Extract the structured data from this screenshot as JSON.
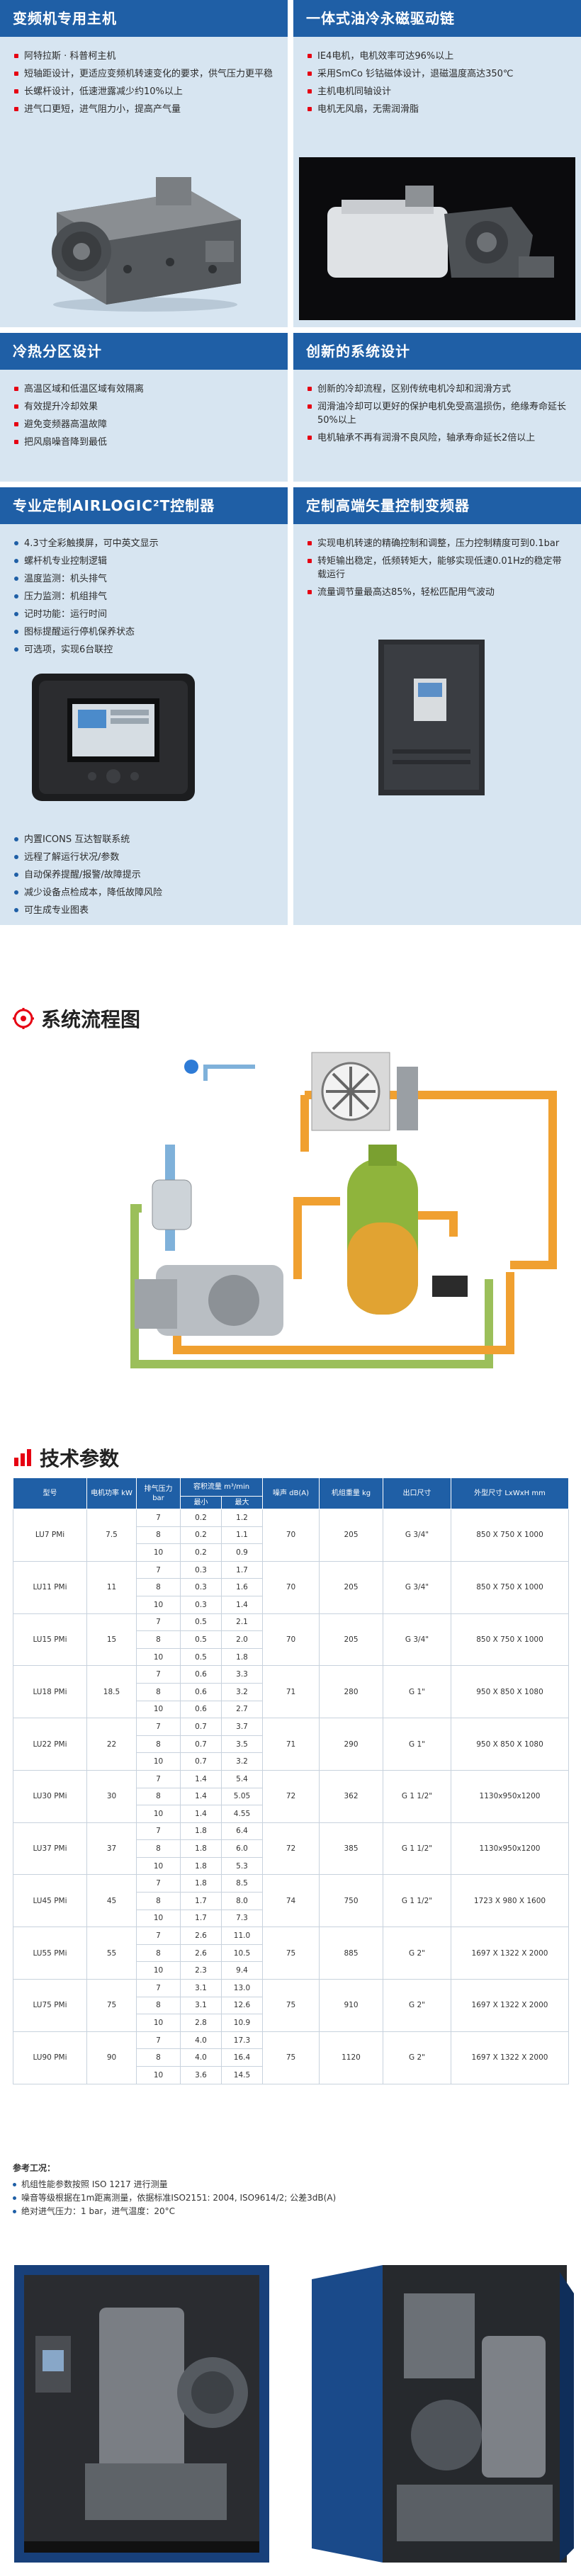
{
  "features": [
    {
      "title": "变频机专用主机",
      "items": [
        "阿特拉斯 · 科普柯主机",
        "短轴距设计，更适应变频机转速变化的要求，供气压力更平稳",
        "长螺杆设计，低速泄露减少约10%以上",
        "进气口更短，进气阻力小，提高产气量"
      ]
    },
    {
      "title": "一体式油冷永磁驱动链",
      "items": [
        "IE4电机，电机效率可达96%以上",
        "采用SmCo 钐钴磁体设计，退磁温度高达350℃",
        "主机电机同轴设计",
        "电机无风扇，无需润滑脂"
      ]
    },
    {
      "title": "冷热分区设计",
      "items": [
        "高温区域和低温区域有效隔离",
        "有效提升冷却效果",
        "避免变频器高温故障",
        "把风扇噪音降到最低"
      ]
    },
    {
      "title": "创新的系统设计",
      "items": [
        "创新的冷却流程，区别传统电机冷却和润滑方式",
        "润滑油冷却可以更好的保护电机免受高温损伤，绝缘寿命延长50%以上",
        "电机轴承不再有润滑不良风险，轴承寿命延长2倍以上"
      ]
    },
    {
      "title": "专业定制AIRLOGIC²T控制器",
      "items": [
        "4.3寸全彩触摸屏，可中英文显示",
        "螺杆机专业控制逻辑",
        "温度监测：机头排气",
        "压力监测：机组排气",
        "记时功能：运行时间",
        "图标提醒运行停机保养状态",
        "可选项，实现6台联控"
      ],
      "items2": [
        "内置ICONS 互达智联系统",
        "远程了解运行状况/参数",
        "自动保养提醒/报警/故障提示",
        "减少设备点检成本，降低故障风险",
        "可生成专业图表"
      ]
    },
    {
      "title": "定制高端矢量控制变频器",
      "items": [
        "实现电机转速的精确控制和调整，压力控制精度可到0.1bar",
        "转矩输出稳定，低频转矩大，能够实现低速0.01Hz的稳定带载运行",
        "流量调节量最高达85%，轻松匹配用气波动"
      ]
    }
  ],
  "flow": {
    "title": "系统流程图"
  },
  "tech": {
    "title": "技术参数",
    "headers": [
      "型号",
      "电机功率 kW",
      "排气压力 bar",
      "容积流量 m³/min",
      "噪声 dB(A)",
      "机组重量 kg",
      "出口尺寸",
      "外型尺寸 LxWxH mm"
    ],
    "subheaders": [
      "最小",
      "最大"
    ],
    "rows": [
      {
        "model": "LU7 PMi",
        "kw": "7.5",
        "p": [
          "7",
          "8",
          "10"
        ],
        "min": [
          "0.2",
          "0.2",
          "0.2"
        ],
        "max": [
          "1.2",
          "1.1",
          "0.9"
        ],
        "db": "70",
        "kg": "205",
        "out": "G 3/4\"",
        "dim": "850 X 750 X 1000"
      },
      {
        "model": "LU11 PMi",
        "kw": "11",
        "p": [
          "7",
          "8",
          "10"
        ],
        "min": [
          "0.3",
          "0.3",
          "0.3"
        ],
        "max": [
          "1.7",
          "1.6",
          "1.4"
        ],
        "db": "70",
        "kg": "205",
        "out": "G 3/4\"",
        "dim": "850 X 750 X 1000"
      },
      {
        "model": "LU15 PMi",
        "kw": "15",
        "p": [
          "7",
          "8",
          "10"
        ],
        "min": [
          "0.5",
          "0.5",
          "0.5"
        ],
        "max": [
          "2.1",
          "2.0",
          "1.8"
        ],
        "db": "70",
        "kg": "205",
        "out": "G 3/4\"",
        "dim": "850 X 750 X 1000"
      },
      {
        "model": "LU18 PMi",
        "kw": "18.5",
        "p": [
          "7",
          "8",
          "10"
        ],
        "min": [
          "0.6",
          "0.6",
          "0.6"
        ],
        "max": [
          "3.3",
          "3.2",
          "2.7"
        ],
        "db": "71",
        "kg": "280",
        "out": "G 1\"",
        "dim": "950 X 850 X 1080"
      },
      {
        "model": "LU22 PMi",
        "kw": "22",
        "p": [
          "7",
          "8",
          "10"
        ],
        "min": [
          "0.7",
          "0.7",
          "0.7"
        ],
        "max": [
          "3.7",
          "3.5",
          "3.2"
        ],
        "db": "71",
        "kg": "290",
        "out": "G 1\"",
        "dim": "950 X 850 X 1080"
      },
      {
        "model": "LU30 PMi",
        "kw": "30",
        "p": [
          "7",
          "8",
          "10"
        ],
        "min": [
          "1.4",
          "1.4",
          "1.4"
        ],
        "max": [
          "5.4",
          "5.05",
          "4.55"
        ],
        "db": "72",
        "kg": "362",
        "out": "G 1 1/2\"",
        "dim": "1130x950x1200"
      },
      {
        "model": "LU37 PMi",
        "kw": "37",
        "p": [
          "7",
          "8",
          "10"
        ],
        "min": [
          "1.8",
          "1.8",
          "1.8"
        ],
        "max": [
          "6.4",
          "6.0",
          "5.3"
        ],
        "db": "72",
        "kg": "385",
        "out": "G 1 1/2\"",
        "dim": "1130x950x1200"
      },
      {
        "model": "LU45 PMi",
        "kw": "45",
        "p": [
          "7",
          "8",
          "10"
        ],
        "min": [
          "1.8",
          "1.7",
          "1.7"
        ],
        "max": [
          "8.5",
          "8.0",
          "7.3"
        ],
        "db": "74",
        "kg": "750",
        "out": "G 1 1/2\"",
        "dim": "1723 X 980 X 1600"
      },
      {
        "model": "LU55 PMi",
        "kw": "55",
        "p": [
          "7",
          "8",
          "10"
        ],
        "min": [
          "2.6",
          "2.6",
          "2.3"
        ],
        "max": [
          "11.0",
          "10.5",
          "9.4"
        ],
        "db": "75",
        "kg": "885",
        "out": "G 2\"",
        "dim": "1697 X 1322 X 2000"
      },
      {
        "model": "LU75 PMi",
        "kw": "75",
        "p": [
          "7",
          "8",
          "10"
        ],
        "min": [
          "3.1",
          "3.1",
          "2.8"
        ],
        "max": [
          "13.0",
          "12.6",
          "10.9"
        ],
        "db": "75",
        "kg": "910",
        "out": "G 2\"",
        "dim": "1697 X 1322 X 2000"
      },
      {
        "model": "LU90 PMi",
        "kw": "90",
        "p": [
          "7",
          "8",
          "10"
        ],
        "min": [
          "4.0",
          "4.0",
          "3.6"
        ],
        "max": [
          "17.3",
          "16.4",
          "14.5"
        ],
        "db": "75",
        "kg": "1120",
        "out": "G 2\"",
        "dim": "1697 X 1322 X 2000"
      }
    ]
  },
  "notes": {
    "title": "参考工况：",
    "items": [
      "机组性能参数按照 ISO 1217 进行测量",
      "噪音等级根据在1m距离测量，依据标准ISO2151: 2004, ISO9614/2; 公差3dB(A)",
      "绝对进气压力：1 bar，进气温度：20°C"
    ]
  },
  "colors": {
    "brand_blue": "#1f5fa6",
    "panel_blue": "#d7e5f1",
    "accent_red": "#e60012",
    "oil_orange": "#f0a030",
    "water_green": "#9bbf5a"
  }
}
